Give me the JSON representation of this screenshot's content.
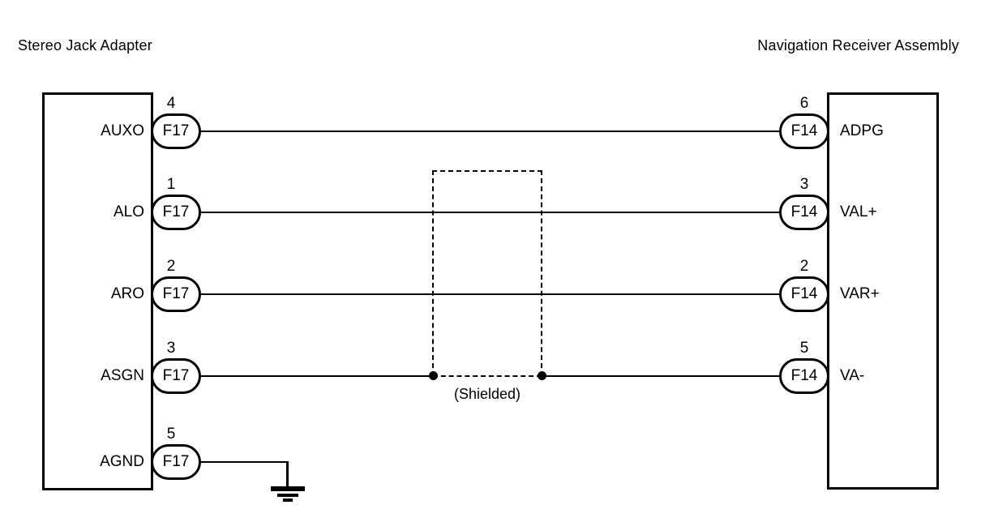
{
  "titles": {
    "left": "Stereo Jack Adapter",
    "right": "Navigation Receiver Assembly"
  },
  "left_connector": {
    "name": "Stereo Jack Adapter",
    "connector_code": "F17",
    "pins": [
      {
        "number": "4",
        "label": "AUXO",
        "connector": "F17"
      },
      {
        "number": "1",
        "label": "ALO",
        "connector": "F17"
      },
      {
        "number": "2",
        "label": "ARO",
        "connector": "F17"
      },
      {
        "number": "3",
        "label": "ASGN",
        "connector": "F17"
      },
      {
        "number": "5",
        "label": "AGND",
        "connector": "F17"
      }
    ]
  },
  "right_connector": {
    "name": "Navigation Receiver Assembly",
    "connector_code": "F14",
    "pins": [
      {
        "number": "6",
        "label": "ADPG",
        "connector": "F14"
      },
      {
        "number": "3",
        "label": "VAL+",
        "connector": "F14"
      },
      {
        "number": "2",
        "label": "VAR+",
        "connector": "F14"
      },
      {
        "number": "5",
        "label": "VA-",
        "connector": "F14"
      }
    ]
  },
  "shield": {
    "label": "(Shielded)",
    "covers": [
      "ALO-VAL+",
      "ARO-VAR+",
      "ASGN-VA-"
    ]
  },
  "wires": [
    {
      "from": "AUXO (F17 pin 4)",
      "to": "ADPG (F14 pin 6)"
    },
    {
      "from": "ALO (F17 pin 1)",
      "to": "VAL+ (F14 pin 3)"
    },
    {
      "from": "ARO (F17 pin 2)",
      "to": "VAR+ (F14 pin 2)"
    },
    {
      "from": "ASGN (F17 pin 3)",
      "to": "VA- (F14 pin 5)"
    },
    {
      "from": "AGND (F17 pin 5)",
      "to": "ground"
    }
  ],
  "colors": {
    "line": "#000000",
    "background": "#ffffff",
    "text": "#000000"
  }
}
